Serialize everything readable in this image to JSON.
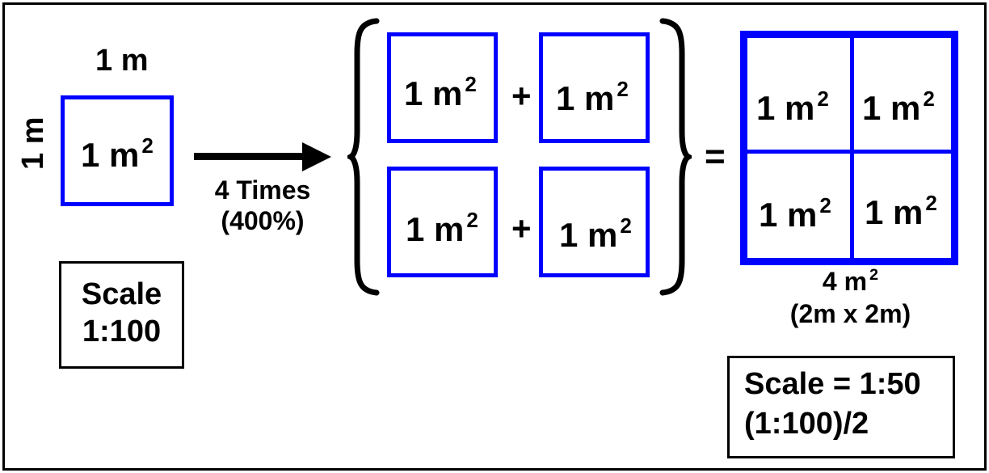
{
  "left": {
    "top_dim": "1 m",
    "side_dim": "1 m",
    "unit_square": {
      "value": "1 m",
      "sup": "2"
    },
    "scale_box": {
      "line1": "Scale",
      "line2": "1:100"
    }
  },
  "arrow": {
    "label_line1": "4 Times",
    "label_line2": "(400%)"
  },
  "middle": {
    "squares": [
      {
        "value": "1 m",
        "sup": "2"
      },
      {
        "value": "1 m",
        "sup": "2"
      },
      {
        "value": "1 m",
        "sup": "2"
      },
      {
        "value": "1 m",
        "sup": "2"
      }
    ],
    "plus_top": "+",
    "plus_bottom": "+"
  },
  "equals": "=",
  "right": {
    "cells": [
      {
        "value": "1 m",
        "sup": "2"
      },
      {
        "value": "1 m",
        "sup": "2"
      },
      {
        "value": "1 m",
        "sup": "2"
      },
      {
        "value": "1 m",
        "sup": "2"
      }
    ],
    "total": {
      "value": "4 m",
      "sup": "2"
    },
    "dims": "(2m x 2m)",
    "scale_box": {
      "line1": "Scale = 1:50",
      "line2": "(1:100)/2"
    }
  },
  "colors": {
    "square_border": "#0000ff",
    "text": "#000000",
    "frame": "#000000"
  }
}
